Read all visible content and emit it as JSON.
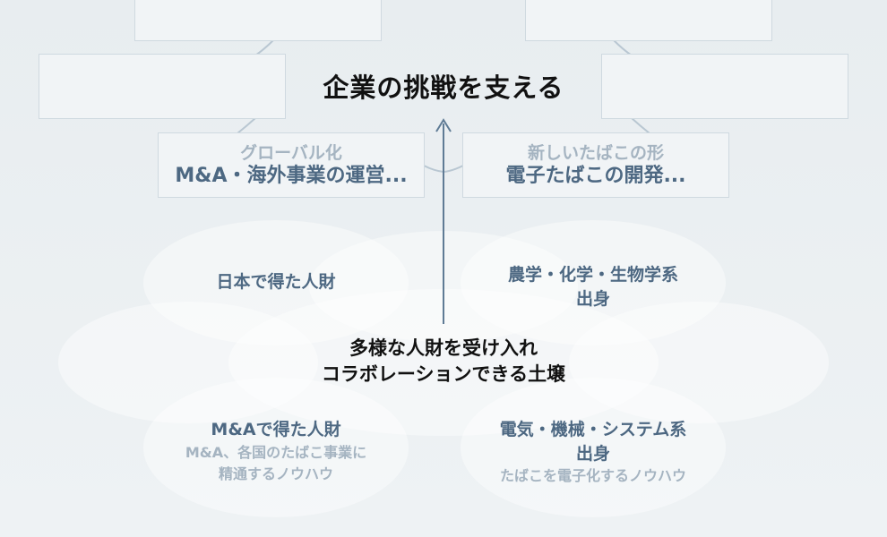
{
  "goal": {
    "title": "企業の挑戦を支える"
  },
  "challenges": [
    {
      "category": "グローバル化",
      "detail": "M&A・海外事業の運営..."
    },
    {
      "category": "新しいたばこの形",
      "detail": "電子たばこの開発..."
    }
  ],
  "foundation": {
    "line1": "多様な人財を受け入れ",
    "line2": "コラボレーションできる土壌"
  },
  "talents": [
    {
      "line1": "日本で得た人財"
    },
    {
      "line1": "農学・化学・生物学系",
      "line2": "出身"
    },
    {
      "line1": "M&Aで得た人財",
      "note1": "M&A、各国のたばこ事業に",
      "note2": "精通するノウハウ"
    },
    {
      "line1": "電気・機械・システム系",
      "line2": "出身",
      "note1": "たばこを電子化するノウハウ"
    }
  ],
  "colors": {
    "background": "#e8edf0",
    "box_border": "#cfd9e0",
    "connector": "#b9c7d2",
    "arrow": "#5f7b95",
    "muted_text": "#a5b4c1",
    "strong_text": "#4d6882",
    "title_text": "#111111"
  }
}
